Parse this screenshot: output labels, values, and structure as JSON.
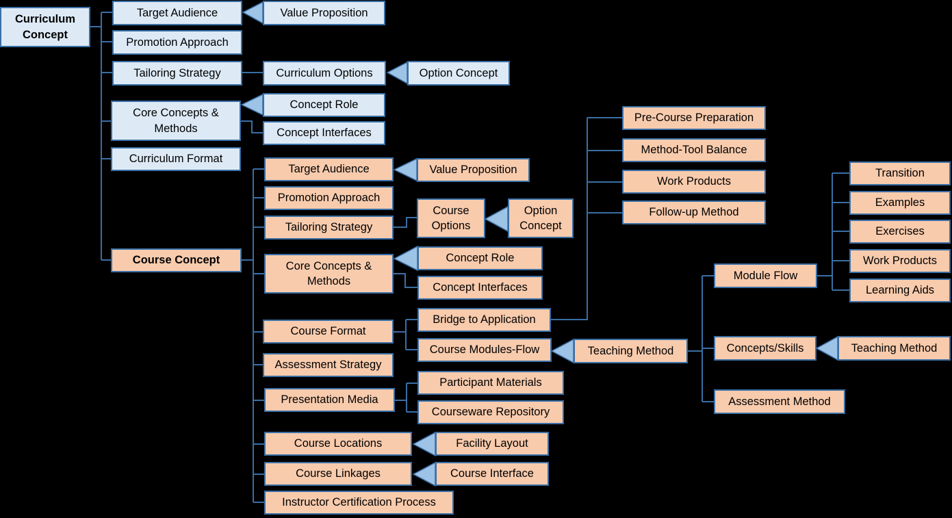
{
  "colors": {
    "background": "#000000",
    "curriculum_box_fill": "#ddeaf6",
    "course_box_fill": "#f8cbad",
    "box_border": "#3a6fa6",
    "connector_line": "#3a6fa6",
    "pointer_triangle": "#9dc3e6"
  },
  "curriculum": {
    "root": "Curriculum\nConcept",
    "target_audience": "Target Audience",
    "value_proposition": "Value Proposition",
    "promotion_approach": "Promotion Approach",
    "tailoring_strategy": "Tailoring Strategy",
    "curriculum_options": "Curriculum Options",
    "option_concept": "Option Concept",
    "core_concepts": "Core Concepts &\nMethods",
    "concept_role": "Concept Role",
    "concept_interfaces": "Concept Interfaces",
    "curriculum_format": "Curriculum Format"
  },
  "course": {
    "root": "Course Concept",
    "target_audience": "Target Audience",
    "value_proposition": "Value Proposition",
    "promotion_approach": "Promotion Approach",
    "tailoring_strategy": "Tailoring Strategy",
    "course_options": "Course\nOptions",
    "option_concept": "Option\nConcept",
    "core_concepts": "Core Concepts &\nMethods",
    "concept_role": "Concept Role",
    "concept_interfaces": "Concept Interfaces",
    "course_format": "Course Format",
    "bridge_to_application": "Bridge to Application",
    "course_modules_flow": "Course Modules-Flow",
    "assessment_strategy": "Assessment Strategy",
    "presentation_media": "Presentation Media",
    "participant_materials": "Participant Materials",
    "courseware_repository": "Courseware Repository",
    "course_locations": "Course Locations",
    "facility_layout": "Facility Layout",
    "course_linkages": "Course Linkages",
    "course_interface": "Course Interface",
    "instructor_certification": "Instructor Certification Process"
  },
  "application": {
    "pre_course_preparation": "Pre-Course Preparation",
    "method_tool_balance": "Method-Tool Balance",
    "work_products": "Work Products",
    "follow_up_method": "Follow-up Method"
  },
  "teaching": {
    "teaching_method": "Teaching Method",
    "module_flow": "Module Flow",
    "transition": "Transition",
    "examples": "Examples",
    "exercises": "Exercises",
    "work_products": "Work Products",
    "learning_aids": "Learning Aids",
    "concepts_skills": "Concepts/Skills",
    "concepts_teaching_method": "Teaching Method",
    "assessment_method": "Assessment Method"
  }
}
